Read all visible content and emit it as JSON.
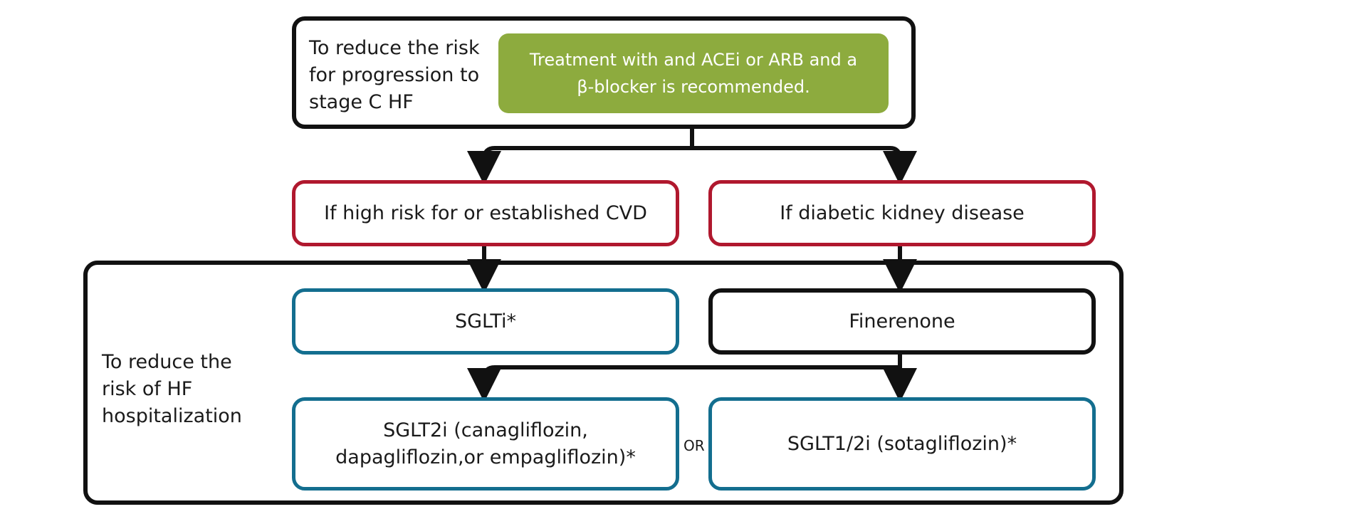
{
  "top": {
    "side_label": "To reduce the risk for progression to stage C HF",
    "recommendation": "Treatment with and ACEi or ARB and a β-blocker is recommended.",
    "fill_color": "#8dab3e"
  },
  "conditions": {
    "left": "If high risk for or established CVD",
    "right": "If diabetic kidney disease"
  },
  "bottom": {
    "side_label": "To reduce the risk of HF hospitalization",
    "sgltri": "SGLTi*",
    "finerenone": "Finerenone",
    "sglt2i": "SGLT2i (canagliflozin, dapagliflozin,or empagliflozin)*",
    "or": "OR",
    "sglt12i": "SGLT1/2i (sotagliflozin)*"
  },
  "colors": {
    "condition_border": "#b0182e",
    "drug_border": "#136e8f",
    "frame_border": "#111111"
  }
}
